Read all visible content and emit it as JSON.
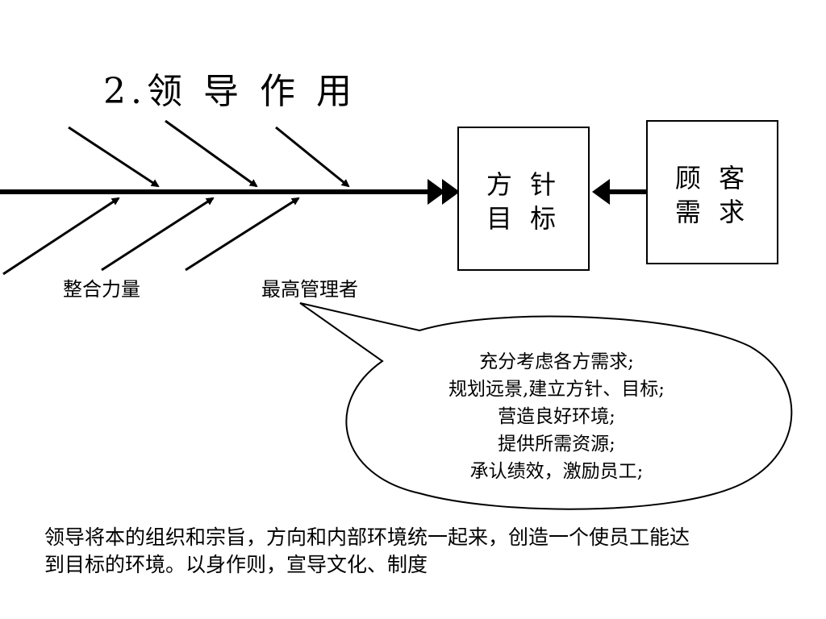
{
  "title": "2.领 导 作 用",
  "target_box": {
    "line1": "方 针",
    "line2": "目 标"
  },
  "customer_box": {
    "line1": "顾 客",
    "line2": "需 求"
  },
  "bone_labels": {
    "left": "整合力量",
    "right": "最高管理者"
  },
  "callout": {
    "lines": [
      "充分考虑各方需求;",
      "规划远景,建立方针、目标;",
      "营造良好环境;",
      "提供所需资源;",
      "承认绩效，激励员工;"
    ]
  },
  "footer": {
    "line1": "领导将本的组织和宗旨，方向和内部环境统一起来，创造一个使员工能达",
    "line2": "到目标的环境。以身作则，宣导文化、制度"
  }
}
